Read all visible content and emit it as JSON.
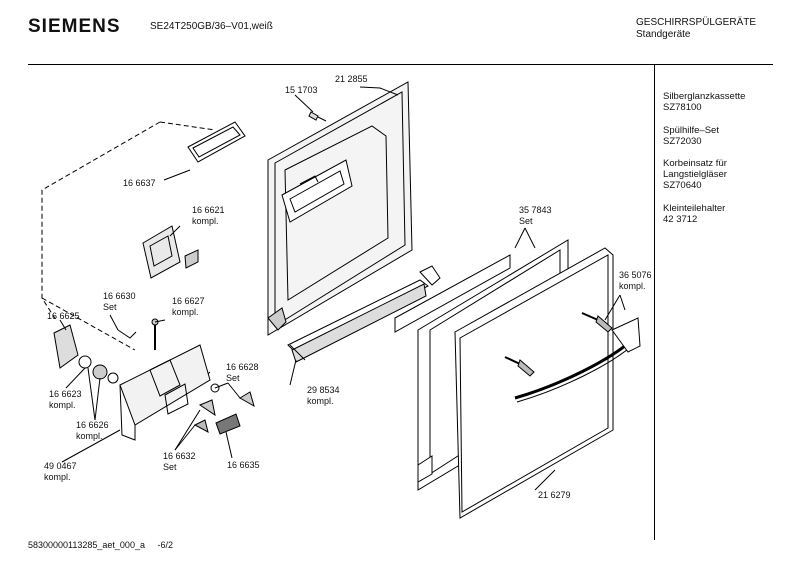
{
  "header": {
    "brand": "SIEMENS",
    "model": "SE24T250GB/36–V01,weiß",
    "category": "GESCHIRRSPÜLGERÄTE",
    "subcategory": "Standgeräte"
  },
  "accessories": [
    {
      "name": "Silberglanzkassette",
      "code": "SZ78100"
    },
    {
      "name": "Spülhilfe–Set",
      "code": "SZ72030"
    },
    {
      "name": "Korbeinsatz für",
      "name2": "Langstielgläser",
      "code": "SZ70640"
    },
    {
      "name": "Kleinteilehalter",
      "code": "42 3712"
    }
  ],
  "parts": {
    "p151703": "15 1703",
    "p212855": "21 2855",
    "p166637": "16 6637",
    "p166621": "16 6621",
    "p166621_sub": "kompl.",
    "p357843": "35 7843",
    "p357843_sub": "Set",
    "p166630": "16 6630",
    "p166630_sub": "Set",
    "p166627": "16 6627",
    "p166627_sub": "kompl.",
    "p166625": "16 6625",
    "p365076": "36 5076",
    "p365076_sub": "kompl.",
    "p166628": "16 6628",
    "p166628_sub": "Set",
    "p166623": "16 6623",
    "p166623_sub": "kompl.",
    "p298534": "29 8534",
    "p298534_sub": "kompl.",
    "p166626": "16 6626",
    "p166626_sub": "kompl.",
    "p490467": "49 0467",
    "p490467_sub": "kompl.",
    "p166632": "16 6632",
    "p166632_sub": "Set",
    "p166635": "16 6635",
    "p216279": "21 6279"
  },
  "footer": {
    "doc_id": "58300000113285_aet_000_a",
    "page": "-6/2"
  }
}
